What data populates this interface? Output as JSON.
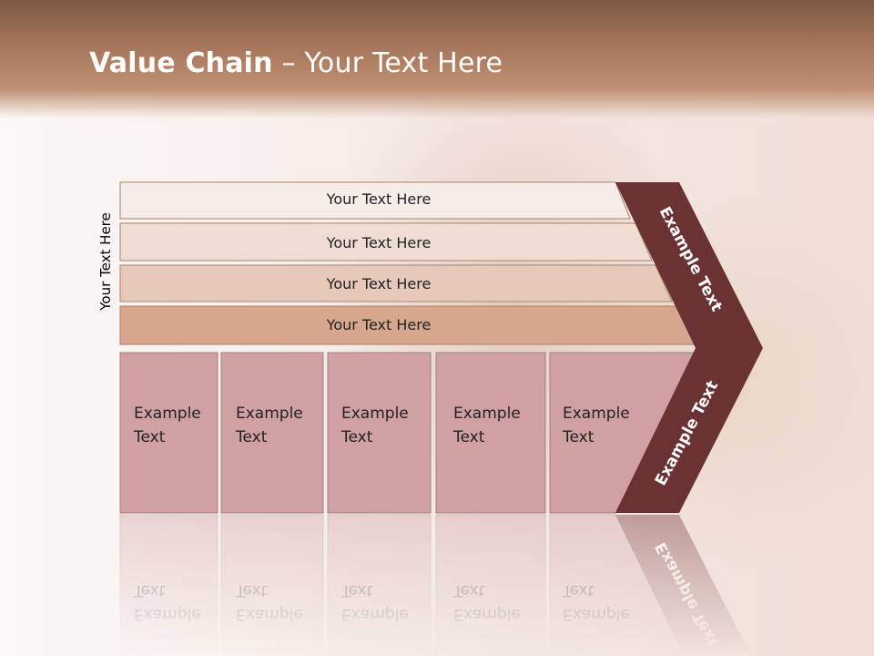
{
  "title": {
    "bold": "Value Chain",
    "rest": " – Your Text Here"
  },
  "side_label": "Your Text Here",
  "bars": [
    {
      "label": "Your Text Here"
    },
    {
      "label": "Your Text Here"
    },
    {
      "label": "Your Text Here"
    },
    {
      "label": "Your Text Here"
    }
  ],
  "boxes": [
    {
      "line1": "Example",
      "line2": "Text"
    },
    {
      "line1": "Example",
      "line2": "Text"
    },
    {
      "line1": "Example",
      "line2": "Text"
    },
    {
      "line1": "Example",
      "line2": "Text"
    },
    {
      "line1": "Example",
      "line2": "Text"
    }
  ],
  "chevron": {
    "upper": "Example Text",
    "lower": "Example Text"
  },
  "colors": {
    "bar1": "#f6ece8",
    "bar2": "#efddd3",
    "bar3": "#e6c9b9",
    "bar4": "#d6a78c",
    "box": "#d0a0a2",
    "chevron": "#6b3234",
    "header": "#a37359"
  }
}
